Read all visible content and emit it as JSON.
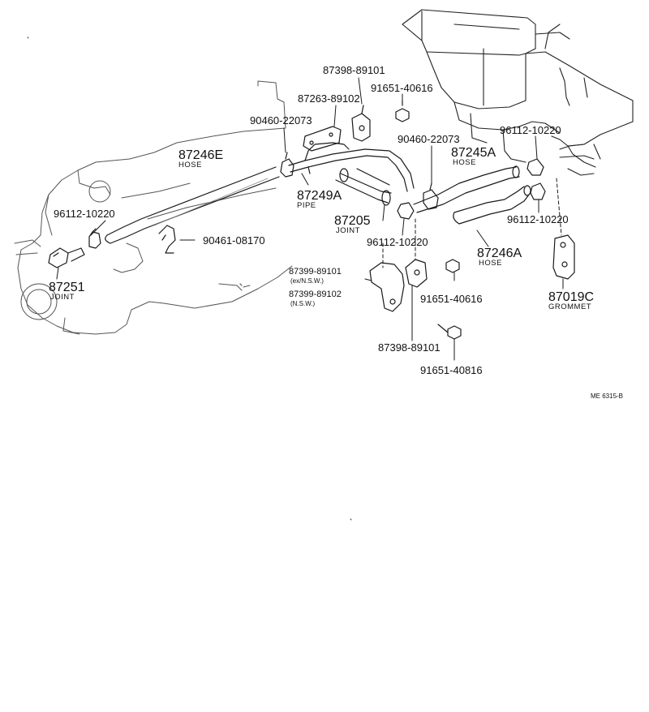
{
  "labels": {
    "p87398_top": "87398-89101",
    "p91651_top": "91651-40616",
    "p87263": "87263-89102",
    "p90460_left": "90460-22073",
    "p90460_right": "90460-22073",
    "p96112_topright": "96112-10220",
    "p87246E": "87246E",
    "p87246E_sub": "HOSE",
    "p87245A": "87245A",
    "p87245A_sub": "HOSE",
    "p87249A": "87249A",
    "p87249A_sub": "PIPE",
    "p96112_left": "96112-10220",
    "p87205": "87205",
    "p87205_sub": "JOINT",
    "p96112_right": "96112-10220",
    "p90461": "90461-08170",
    "p96112_center": "96112-10220",
    "p87246A": "87246A",
    "p87246A_sub": "HOSE",
    "p87251": "87251",
    "p87251_sub": "JOINT",
    "p87399_a": "87399-89101",
    "p87399_a_sub": "(ex/N.S.W.)",
    "p87399_b": "87399-89102",
    "p87399_b_sub": "(N.S.W.)",
    "p91651_mid": "91651-40616",
    "p87019C": "87019C",
    "p87019C_sub": "GROMMET",
    "p87398_bottom": "87398-89101",
    "p91651_bottom": "91651-40816",
    "ref": "ME 6315-B"
  }
}
